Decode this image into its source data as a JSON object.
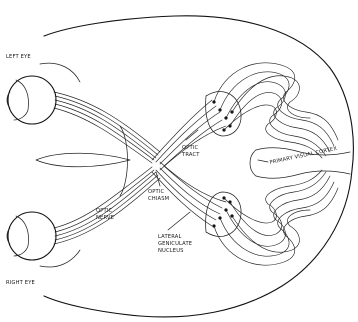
{
  "diagram": {
    "labels": {
      "left_eye": "LEFT EYE",
      "right_eye": "RIGHT EYE",
      "optic_nerve_1": "OPTIC",
      "optic_nerve_2": "NERVE",
      "optic_chiasm_1": "OPTIC",
      "optic_chiasm_2": "CHIASM",
      "optic_tract_1": "OPTIC",
      "optic_tract_2": "TRACT",
      "lgn_1": "LATERAL",
      "lgn_2": "GENICULATE",
      "lgn_3": "NUCLEUS",
      "primary_visual_cortex": "PRIMARY VISUAL CORTEX"
    }
  }
}
